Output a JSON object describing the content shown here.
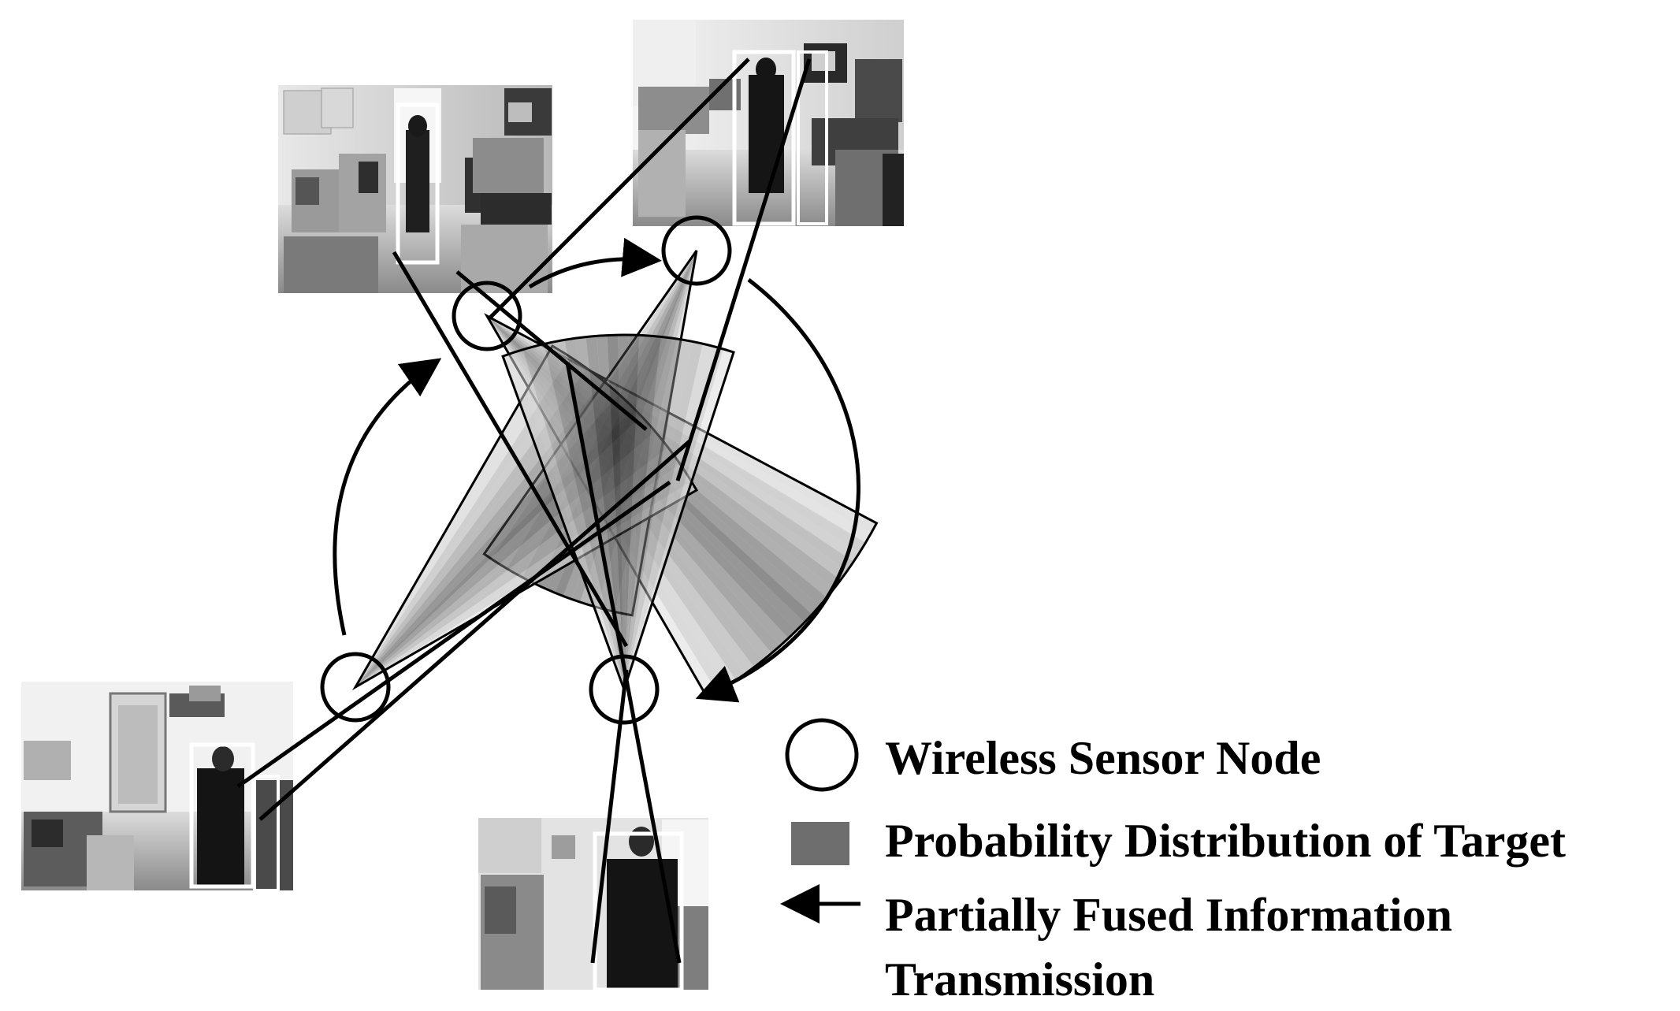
{
  "legend": {
    "node_label": "Wireless Sensor Node",
    "distribution_label": "Probability Distribution of Target",
    "transmission_label_line1": "Partially Fused Information",
    "transmission_label_line2": "Transmission"
  },
  "colors": {
    "background": "#ffffff",
    "ink": "#000000",
    "distribution_swatch": "#6e6e6e"
  },
  "sensor_nodes": [
    {
      "id": "top-left",
      "view": "office, target seen from behind, bounding box"
    },
    {
      "id": "top-right",
      "view": "office, target seen from behind, bounding box"
    },
    {
      "id": "bottom-left",
      "view": "office with doorway, target facing camera, bounding box"
    },
    {
      "id": "bottom-center",
      "view": "office, target facing camera, bounding box"
    }
  ],
  "icons": [
    "camera-view-image",
    "sensor-node-circle",
    "probability-wedge",
    "transmission-arrow"
  ]
}
